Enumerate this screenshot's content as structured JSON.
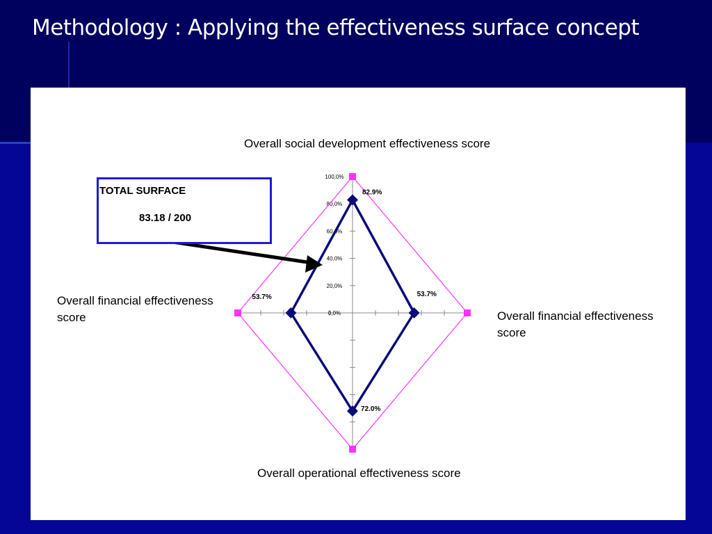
{
  "slide": {
    "title": "Methodology : Applying the effectiveness surface concept"
  },
  "total_box": {
    "title": "TOTAL SURFACE",
    "value": "83.18 / 200"
  },
  "colors": {
    "background": "#00006a",
    "series": "#0a0a7a",
    "reference": "#ff33ff",
    "box_border": "#1a1adc"
  },
  "chart_data": {
    "type": "radar",
    "axes": [
      "Overall social development effectiveness score",
      "Overall financial effectiveness score",
      "Overall operational effectiveness score",
      "Overall financial effectiveness score"
    ],
    "tick_labels": [
      "0,0%",
      "20,0%",
      "40,0%",
      "60,0%",
      "80,0%",
      "100,0%"
    ],
    "range": [
      0,
      100
    ],
    "series": [
      {
        "values": [
          82.9,
          53.7,
          72.0,
          53.7
        ],
        "labels": [
          "82.9%",
          "53.7%",
          "72.0%",
          "53.7%"
        ]
      },
      {
        "values": [
          100,
          100,
          100,
          100
        ]
      }
    ],
    "legend": "none",
    "grid": false
  }
}
